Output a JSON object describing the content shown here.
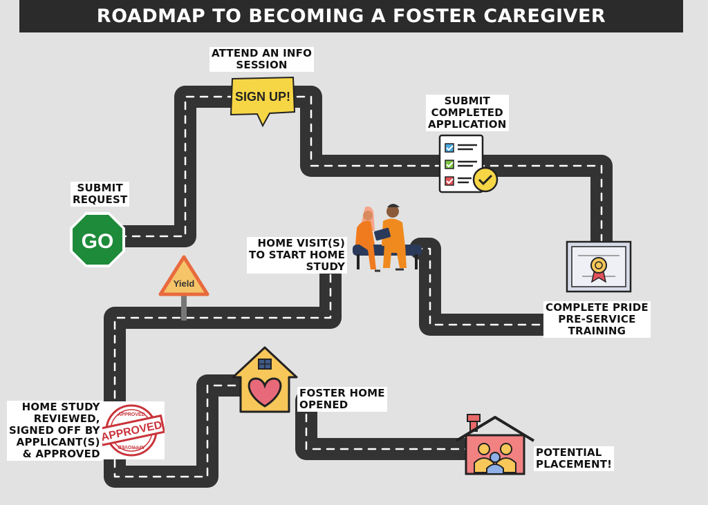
{
  "title": "ROADMAP TO BECOMING A FOSTER CAREGIVER",
  "steps": [
    {
      "id": "submit-request",
      "lines": [
        "SUBMIT",
        "REQUEST"
      ]
    },
    {
      "id": "info-session",
      "lines": [
        "ATTEND AN INFO",
        "SESSION"
      ]
    },
    {
      "id": "application",
      "lines": [
        "SUBMIT",
        "COMPLETED",
        "APPLICATION"
      ]
    },
    {
      "id": "pride-training",
      "lines": [
        "COMPLETE PRIDE",
        "PRE-SERVICE",
        "TRAINING"
      ]
    },
    {
      "id": "home-visit",
      "lines": [
        "HOME VISIT(S)",
        "TO START HOME",
        "STUDY"
      ]
    },
    {
      "id": "home-study",
      "lines": [
        "HOME STUDY",
        "REVIEWED,",
        "SIGNED OFF BY",
        "APPLICANT(S)",
        "& APPROVED"
      ]
    },
    {
      "id": "home-opened",
      "lines": [
        "FOSTER HOME",
        "OPENED"
      ]
    },
    {
      "id": "placement",
      "lines": [
        "POTENTIAL",
        "PLACEMENT!"
      ]
    }
  ],
  "signs": {
    "go": "GO",
    "sign_up": "SIGN UP!",
    "yield": "Yield",
    "approved": "APPROVED",
    "approved_ring_top": "APPROVED",
    "approved_ring_bottom": "APPROVED"
  },
  "colors": {
    "road": "#333333",
    "go_green": "#1e8b3a",
    "sign_yellow": "#f7d646",
    "house_yellow": "#f7c75a",
    "stamp_red": "#c9333a",
    "orange": "#f08a1e",
    "placement_red": "#f28282"
  }
}
